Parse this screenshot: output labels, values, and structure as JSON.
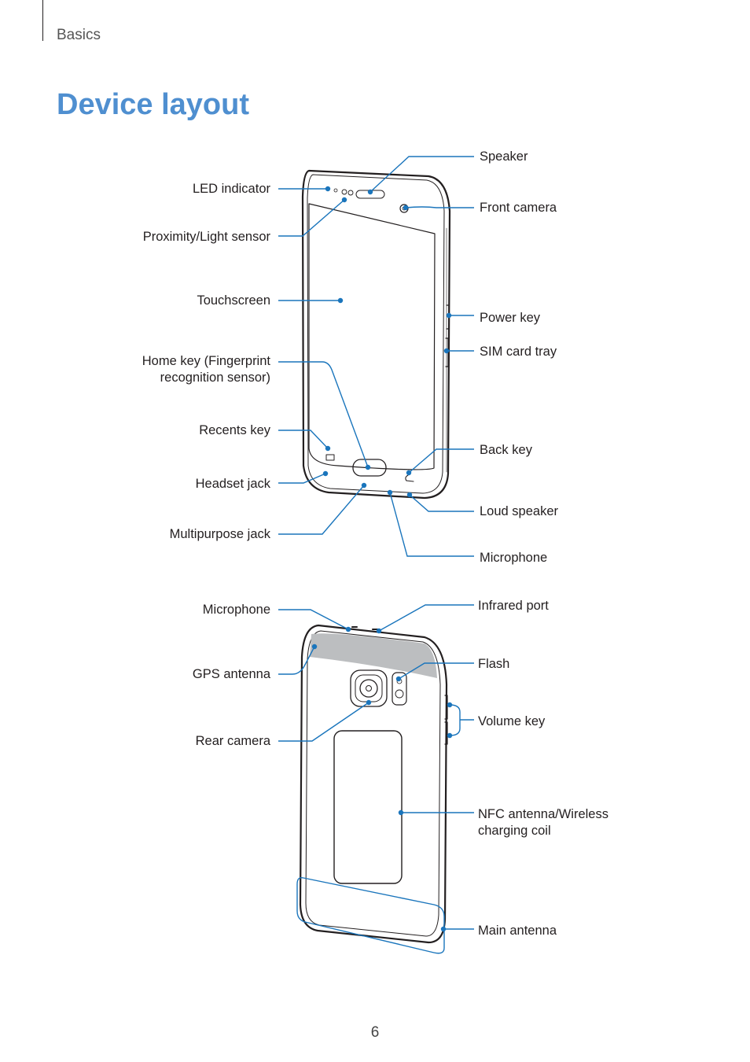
{
  "header": {
    "section": "Basics"
  },
  "title": "Device layout",
  "front": {
    "left": [
      "LED indicator",
      "Proximity/Light sensor",
      "Touchscreen",
      "Home key (Fingerprint",
      "recognition sensor)",
      "Recents key",
      "Headset jack",
      "Multipurpose jack"
    ],
    "right": [
      "Speaker",
      "Front camera",
      "Power key",
      "SIM card tray",
      "Back key",
      "Loud speaker",
      "Microphone"
    ]
  },
  "back": {
    "left": [
      "Microphone",
      "GPS antenna",
      "Rear camera"
    ],
    "right": [
      "Infrared port",
      "Flash",
      "Volume key",
      "NFC antenna/Wireless",
      "charging coil",
      "Main antenna"
    ]
  },
  "colors": {
    "accent": "#4f8fd0",
    "callout": "#1a75bc",
    "outline": "#231f20"
  },
  "page_number": "6"
}
